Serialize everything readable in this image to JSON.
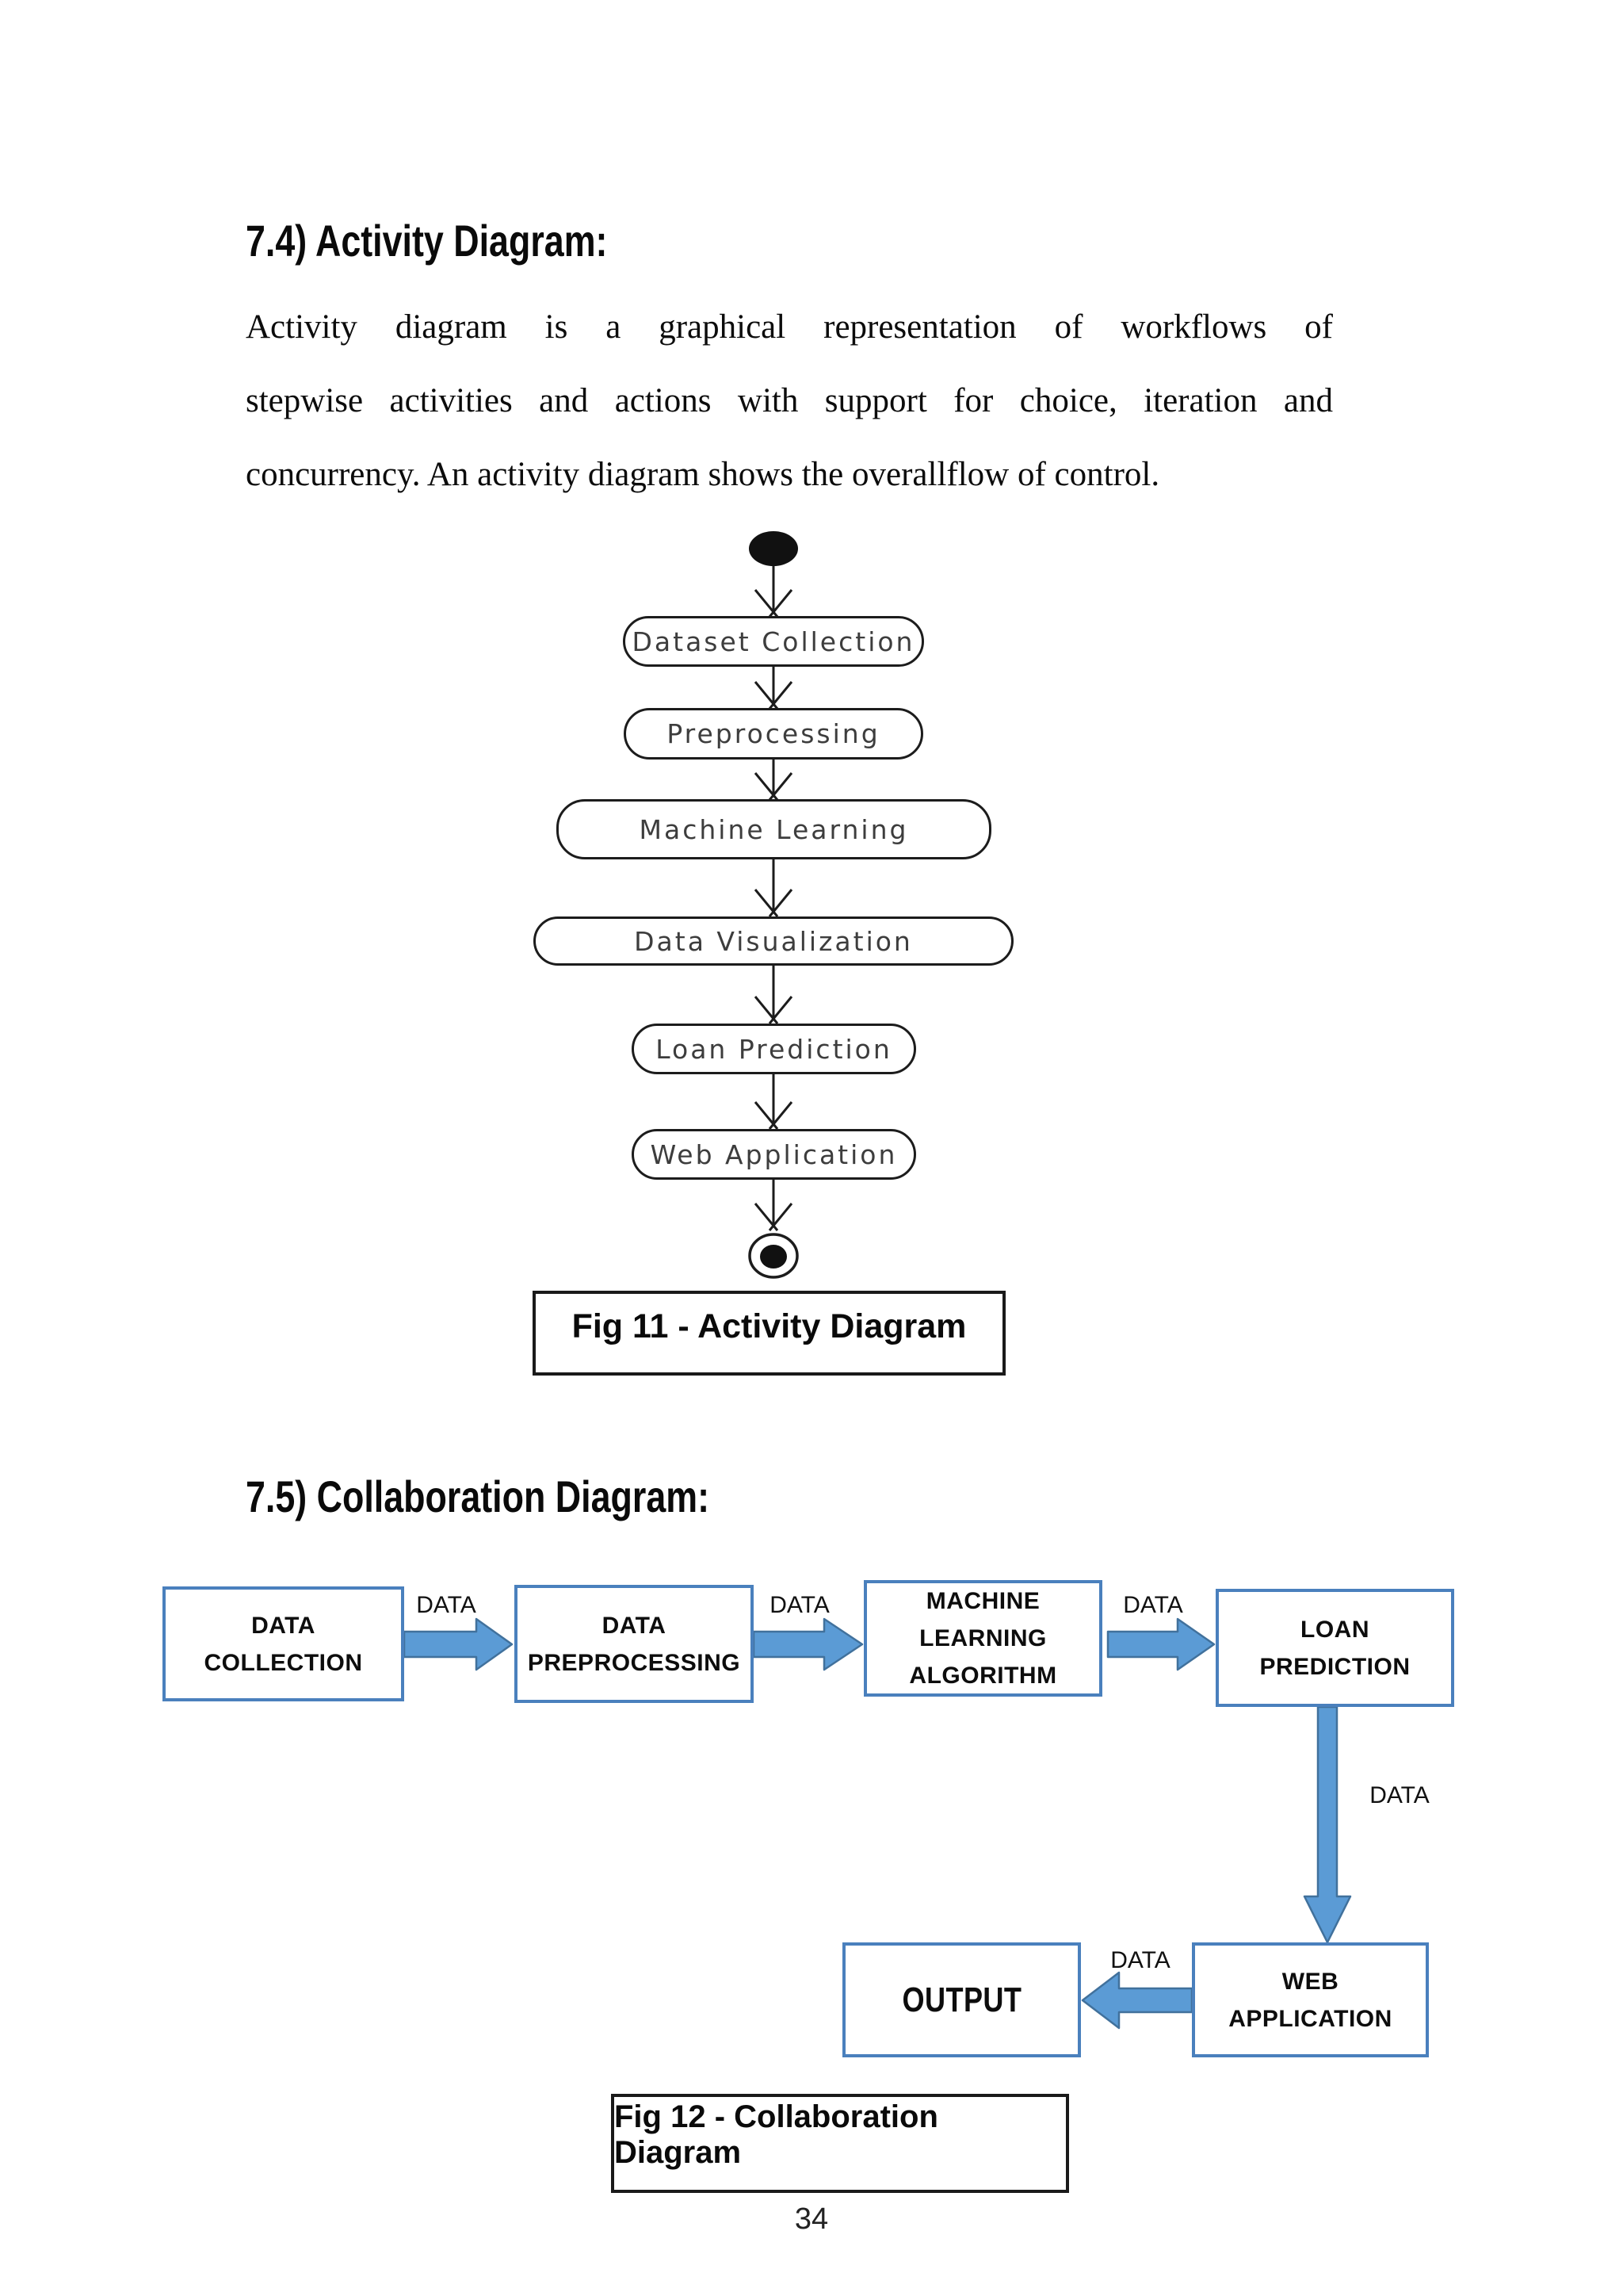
{
  "page": {
    "number": "34"
  },
  "activity_section": {
    "heading": "7.4) Activity Diagram:",
    "paragraph_lines": [
      "Activity diagram is a graphical representation of workflows of",
      "stepwise activities and actions with support for choice, iteration and",
      "concurrency. An activity diagram shows the overallflow of control."
    ],
    "diagram": {
      "start_node": "initial-node",
      "nodes": [
        "Dataset Collection",
        "Preprocessing",
        "Machine Learning",
        "Data Visualization",
        "Loan Prediction",
        "Web Application"
      ],
      "end_node": "final-node"
    },
    "caption": "Fig 11 - Activity Diagram"
  },
  "collaboration_section": {
    "heading": "7.5) Collaboration Diagram:",
    "boxes": [
      {
        "lines": [
          "DATA",
          "COLLECTION"
        ]
      },
      {
        "lines": [
          "DATA",
          "PREPROCESSING"
        ]
      },
      {
        "lines": [
          "MACHINE",
          "LEARNING",
          "ALGORITHM"
        ]
      },
      {
        "lines": [
          "LOAN",
          "PREDICTION"
        ]
      },
      {
        "lines": [
          "OUTPUT"
        ]
      },
      {
        "lines": [
          "WEB",
          "APPLICATION"
        ]
      }
    ],
    "edge_labels": [
      "DATA",
      "DATA",
      "DATA",
      "DATA",
      "DATA"
    ],
    "caption": "Fig 12 - Collaboration Diagram"
  },
  "colors": {
    "collab_box_border": "#4a80bd",
    "collab_arrow_fill": "#5b9bd5",
    "collab_arrow_stroke": "#41719c",
    "activity_stroke": "#1c1c1c",
    "activity_node_text": "#3d3d3d"
  }
}
